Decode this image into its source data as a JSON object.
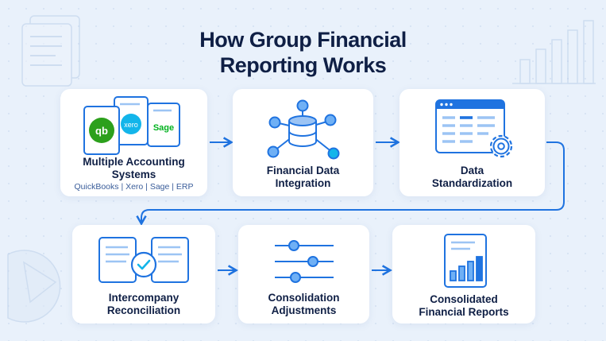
{
  "title_line1": "How Group Financial",
  "title_line2": "Reporting Works",
  "colors": {
    "accent": "#1f73e0",
    "accent_light": "#6fb0f5",
    "dark_text": "#0f1f45",
    "qb_green": "#2ca01c",
    "xero_blue": "#13b5ea",
    "sage_green": "#00b21e"
  },
  "steps": [
    {
      "line1": "Multiple Accounting",
      "line2": "Systems",
      "sub": "QuickBooks | Xero | Sage | ERP",
      "icon": "accounting-documents-icon"
    },
    {
      "line1": "Financial Data",
      "line2": "Integration",
      "icon": "database-network-icon"
    },
    {
      "line1": "Data",
      "line2": "Standardization",
      "icon": "window-gear-icon"
    },
    {
      "line1": "Intercompany",
      "line2": "Reconciliation",
      "icon": "documents-check-icon"
    },
    {
      "line1": "Consolidation",
      "line2": "Adjustments",
      "icon": "sliders-icon"
    },
    {
      "line1": "Consolidated",
      "line2": "Financial Reports",
      "icon": "report-chart-icon"
    }
  ],
  "logos": {
    "qb": "qb",
    "xero": "xero",
    "sage": "Sage"
  }
}
